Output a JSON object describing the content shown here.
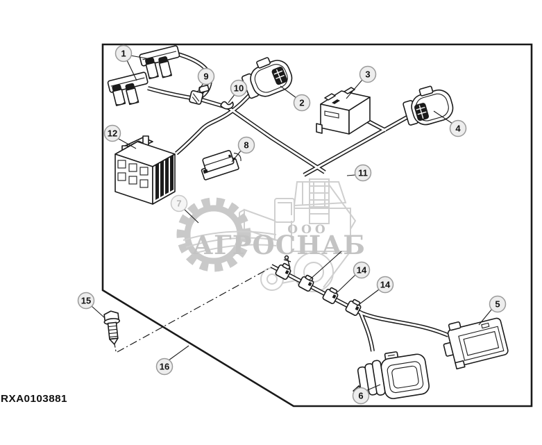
{
  "figure": {
    "drawing_number": "RXA0103881"
  },
  "watermark": {
    "ooo": "ООО",
    "name": "АГРОСНАБ"
  },
  "callouts": {
    "c1": "1",
    "c2": "2",
    "c3": "3",
    "c4": "4",
    "c5": "5",
    "c6": "6",
    "c7": "7",
    "c8": "8",
    "c9": "9",
    "c10": "10",
    "c11": "11",
    "c12": "12",
    "c14a": "14",
    "c14b": "14",
    "c15": "15",
    "c16": "16"
  },
  "colors": {
    "line": "#1a1a1a",
    "balloon_fill": "#ededed",
    "balloon_stroke": "#9a9a9a",
    "watermark_gray": "#c6c6c6",
    "background": "#ffffff"
  }
}
